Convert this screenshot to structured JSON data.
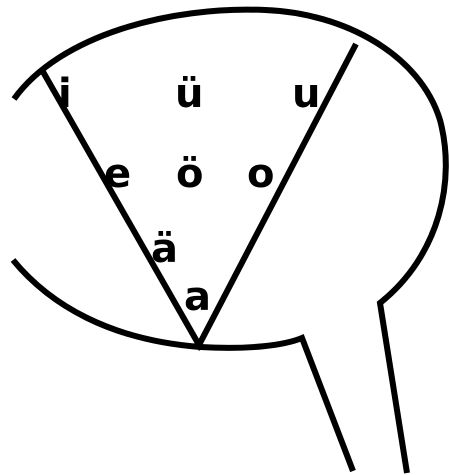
{
  "vowels": {
    "i": "i",
    "u_umlaut": "ü",
    "u": "u",
    "e": "e",
    "o_umlaut": "ö",
    "o": "o",
    "a_umlaut": "ä",
    "a": "a"
  },
  "colors": {
    "stroke": "#000000",
    "background": "#ffffff"
  }
}
